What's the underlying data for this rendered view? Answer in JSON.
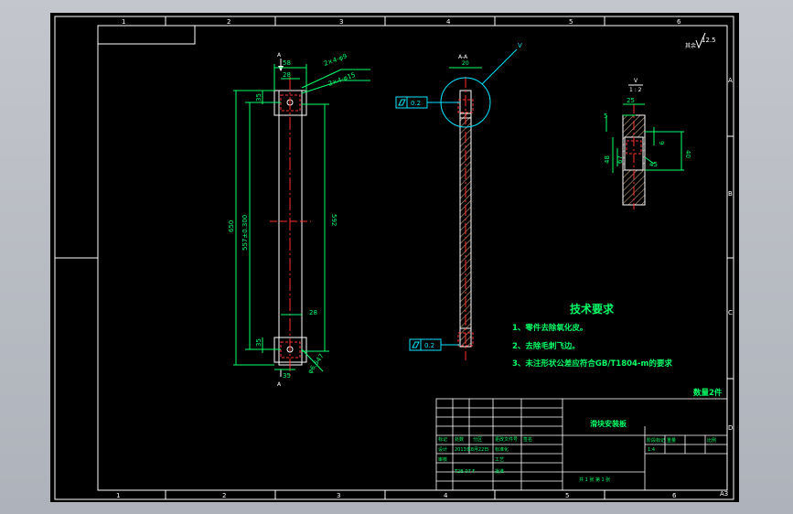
{
  "frame": {
    "top_zones": [
      "1",
      "2",
      "3",
      "4",
      "5",
      "6"
    ],
    "bottom_zones": [
      "1",
      "2",
      "3",
      "4",
      "5",
      "6"
    ],
    "side_zones": [
      "A",
      "B",
      "C",
      "D"
    ],
    "sheet_size": "A3"
  },
  "roughness": {
    "value": "12.5",
    "suffix": "其余"
  },
  "left_view": {
    "section_label_top": "A",
    "section_label_bottom": "A",
    "dims": {
      "top_width": "58",
      "top_inner": "28",
      "hole_small": "2×4-φ9",
      "hole_large": "2×4-φ15",
      "top_offset": "35",
      "overall_length": "650",
      "hole_spacing": "557±0.300",
      "inner_length": "592",
      "bottom_inner": "28",
      "bottom_offset": "35",
      "bottom_width": "35",
      "diameter": "φ6.547"
    }
  },
  "middle_view": {
    "section_title": "A-A",
    "top_dim": "20",
    "detail_ref": "V",
    "tolerance_top": "0.2",
    "tolerance_bottom": "0.2"
  },
  "detail_view": {
    "title": "V",
    "scale": "1 : 2",
    "dims": {
      "d5": "5",
      "d25": "25",
      "d9": "9",
      "d40": "40",
      "d48": "48",
      "d67": "67",
      "d45": "45"
    }
  },
  "tech_requirements": {
    "title": "技术要求",
    "items": [
      "1、零件去除氧化皮。",
      "2、去除毛刺飞边。",
      "3、未注形状公差应符合GB/T1804-m的要求"
    ]
  },
  "quantity": "数量2件",
  "title_block": {
    "part_name": "滑块安装板",
    "row_labels": [
      "标记",
      "处数",
      "分区",
      "更改文件号",
      "签名"
    ],
    "design": "设计",
    "design_sig": "2013年8月22日",
    "standard": "标准化",
    "check": "审核",
    "process": "工艺",
    "approve": "批准",
    "stage": "阶段标记",
    "weight": "重量",
    "scale_label": "比例",
    "scale_value": "1:4",
    "sheet_info": "共 1 张   第 1 张",
    "date_label": "T2B-07 F"
  }
}
